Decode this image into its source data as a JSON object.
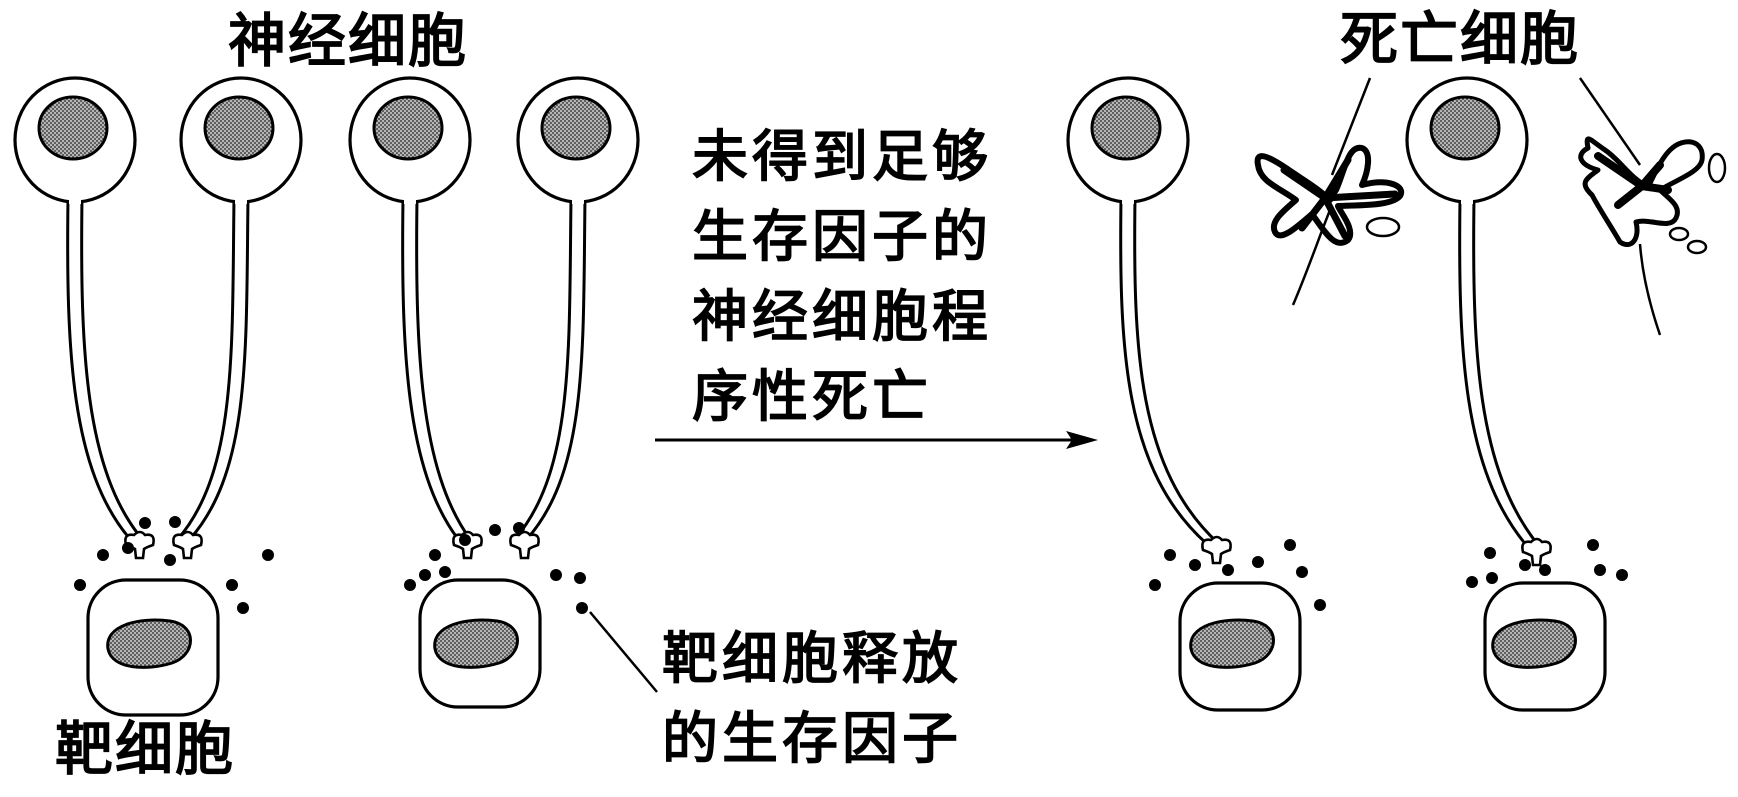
{
  "labels": {
    "neuron": "神经细胞",
    "dead_cell": "死亡细胞",
    "target_cell": "靶细胞",
    "arrow_caption": [
      "未得到足够",
      "生存因子的",
      "神经细胞程",
      "序性死亡"
    ],
    "survival_factor": [
      "靶细胞释放",
      "的生存因子"
    ]
  },
  "colors": {
    "ink": "#000000",
    "nucleus_fill": "#8a8a8a",
    "background": "#ffffff"
  }
}
